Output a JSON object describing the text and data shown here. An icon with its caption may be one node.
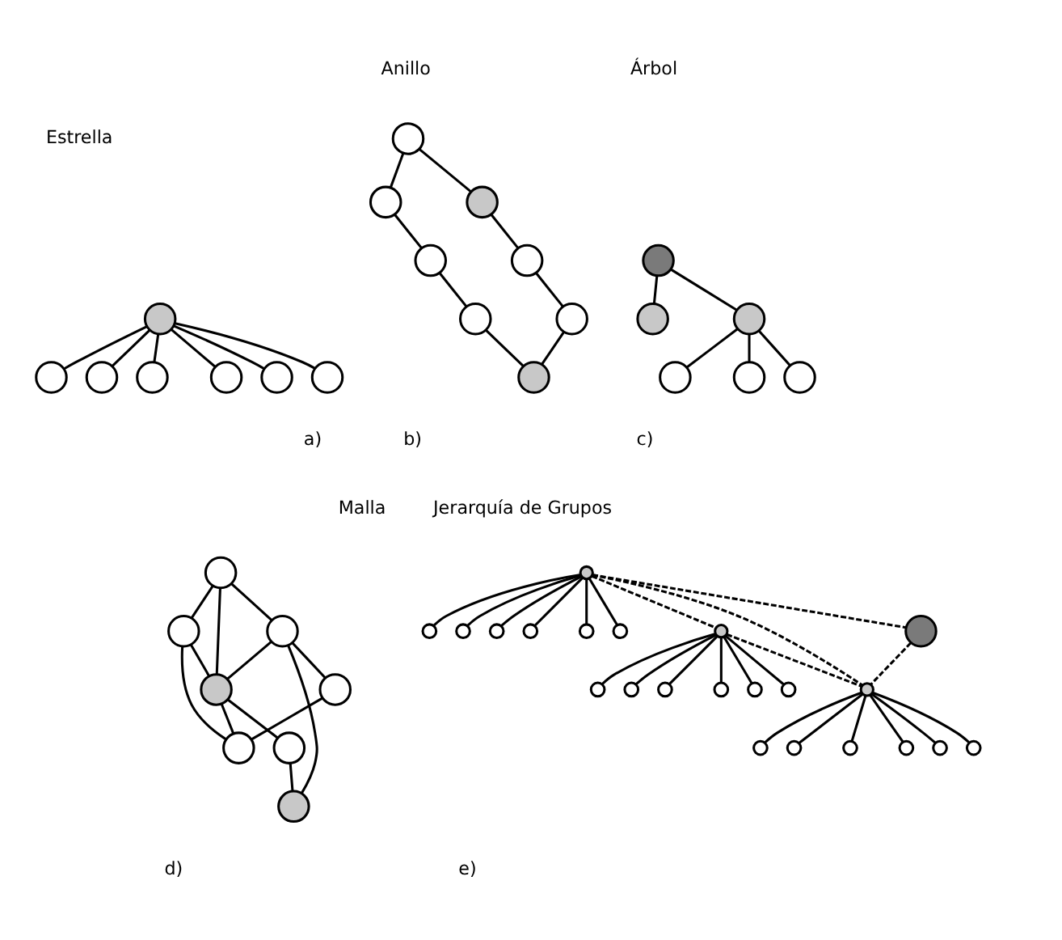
{
  "diagram": {
    "nodes": [
      {
        "text": [],
        "shape": "circle"
      },
      {
        "text": [],
        "shape": "circle"
      },
      {
        "text": [],
        "shape": "circle"
      },
      {
        "text": [],
        "shape": "circle"
      },
      {
        "text": [],
        "shape": "circle"
      },
      {
        "text": [],
        "shape": "circle"
      },
      {
        "text": [],
        "shape": "circle"
      },
      {
        "text": [],
        "shape": "circle"
      },
      {
        "text": [],
        "shape": "circle"
      },
      {
        "text": [],
        "shape": "circle"
      },
      {
        "text": [],
        "shape": "circle"
      },
      {
        "text": [],
        "shape": "circle"
      },
      {
        "text": [],
        "shape": "circle"
      },
      {
        "text": [],
        "shape": "circle"
      },
      {
        "text": [],
        "shape": "circle"
      },
      {
        "text": [],
        "shape": "circle"
      },
      {
        "text": [],
        "shape": "circle"
      },
      {
        "text": [],
        "shape": "circle"
      },
      {
        "text": [],
        "shape": "circle"
      },
      {
        "text": [],
        "shape": "circle"
      },
      {
        "text": [],
        "shape": "circle"
      },
      {
        "text": [],
        "shape": "circle"
      },
      {
        "text": [],
        "shape": "circle"
      },
      {
        "text": [],
        "shape": "circle"
      },
      {
        "text": [],
        "shape": "circle"
      },
      {
        "text": [],
        "shape": "circle"
      },
      {
        "text": [],
        "shape": "circle"
      },
      {
        "text": [],
        "shape": "circle"
      },
      {
        "text": [],
        "shape": "circle"
      },
      {
        "text": [],
        "shape": "circle"
      },
      {
        "text": [],
        "shape": "circle"
      },
      {
        "text": [],
        "shape": "circle"
      },
      {
        "text": [],
        "shape": "circle"
      },
      {
        "text": [],
        "shape": "circle"
      },
      {
        "text": [],
        "shape": "circle"
      },
      {
        "text": [],
        "shape": "circle"
      },
      {
        "text": [],
        "shape": "circle"
      },
      {
        "text": [],
        "shape": "circle"
      },
      {
        "text": [],
        "shape": "circle"
      },
      {
        "text": [],
        "shape": "circle"
      },
      {
        "text": [],
        "shape": "circle"
      },
      {
        "text": [],
        "shape": "circle"
      },
      {
        "text": [],
        "shape": "circle"
      },
      {
        "text": [],
        "shape": "circle"
      },
      {
        "text": [],
        "shape": "circle"
      },
      {
        "text": [],
        "shape": "circle"
      },
      {
        "text": [],
        "shape": "circle"
      },
      {
        "text": [],
        "shape": "circle"
      },
      {
        "text": [],
        "shape": "circle"
      },
      {
        "text": [],
        "shape": "circle"
      },
      {
        "text": [],
        "shape": "circle"
      }
    ],
    "edges": [
      {
        "from": 0,
        "to": 1,
        "arrow": "none"
      },
      {
        "from": 0,
        "to": 2,
        "arrow": "none"
      },
      {
        "from": 0,
        "to": 3,
        "arrow": "none"
      },
      {
        "from": 0,
        "to": 4,
        "arrow": "none"
      },
      {
        "from": 0,
        "to": 5,
        "arrow": "none"
      },
      {
        "from": 0,
        "to": 6,
        "arrow": "none"
      },
      {
        "from": 7,
        "to": 9,
        "arrow": "none"
      },
      {
        "from": 9,
        "to": 11,
        "arrow": "none"
      },
      {
        "from": 11,
        "to": 13,
        "arrow": "none"
      },
      {
        "from": 13,
        "to": 14,
        "arrow": "none"
      },
      {
        "from": 12,
        "to": 14,
        "arrow": "none"
      },
      {
        "from": 10,
        "to": 12,
        "arrow": "none"
      },
      {
        "from": 8,
        "to": 10,
        "arrow": "none"
      },
      {
        "from": 7,
        "to": 8,
        "arrow": "none"
      },
      {
        "from": 15,
        "to": 16,
        "arrow": "none"
      },
      {
        "from": 15,
        "to": 17,
        "arrow": "none"
      },
      {
        "from": 16,
        "to": 18,
        "arrow": "none"
      },
      {
        "from": 16,
        "to": 19,
        "arrow": "none"
      },
      {
        "from": 16,
        "to": 20,
        "arrow": "none"
      },
      {
        "from": 21,
        "to": 23,
        "arrow": "none"
      },
      {
        "from": 23,
        "to": 24,
        "arrow": "none"
      },
      {
        "from": 23,
        "to": 27,
        "arrow": "none"
      },
      {
        "from": 21,
        "to": 24,
        "arrow": "none"
      },
      {
        "from": 21,
        "to": 22,
        "arrow": "none"
      },
      {
        "from": 22,
        "to": 24,
        "arrow": "none"
      },
      {
        "from": 24,
        "to": 27,
        "arrow": "none"
      },
      {
        "from": 24,
        "to": 28,
        "arrow": "none"
      },
      {
        "from": 22,
        "to": 25,
        "arrow": "none"
      },
      {
        "from": 22,
        "to": 26,
        "arrow": "none"
      },
      {
        "from": 25,
        "to": 27,
        "arrow": "none"
      },
      {
        "from": 28,
        "to": 26,
        "arrow": "none"
      },
      {
        "from": 29,
        "to": 30,
        "arrow": "none"
      },
      {
        "from": 29,
        "to": 31,
        "arrow": "none"
      },
      {
        "from": 29,
        "to": 32,
        "arrow": "none"
      },
      {
        "from": 29,
        "to": 33,
        "arrow": "none"
      },
      {
        "from": 29,
        "to": 34,
        "arrow": "none"
      },
      {
        "from": 29,
        "to": 35,
        "arrow": "none"
      },
      {
        "from": 36,
        "to": 37,
        "arrow": "none"
      },
      {
        "from": 36,
        "to": 38,
        "arrow": "none"
      },
      {
        "from": 36,
        "to": 39,
        "arrow": "none"
      },
      {
        "from": 36,
        "to": 40,
        "arrow": "none"
      },
      {
        "from": 36,
        "to": 41,
        "arrow": "none"
      },
      {
        "from": 36,
        "to": 42,
        "arrow": "none"
      },
      {
        "from": 43,
        "to": 44,
        "arrow": "none"
      },
      {
        "from": 43,
        "to": 45,
        "arrow": "none"
      },
      {
        "from": 43,
        "to": 46,
        "arrow": "none"
      },
      {
        "from": 43,
        "to": 47,
        "arrow": "none"
      },
      {
        "from": 43,
        "to": 48,
        "arrow": "none"
      },
      {
        "from": 43,
        "to": 49,
        "arrow": "none"
      },
      {
        "from": 29,
        "to": 36,
        "arrow": "none",
        "style": "dashed"
      },
      {
        "from": 29,
        "to": 43,
        "arrow": "none",
        "style": "dashed"
      },
      {
        "from": 29,
        "to": 50,
        "arrow": "none",
        "style": "dashed"
      },
      {
        "from": 36,
        "to": 43,
        "arrow": "none",
        "style": "dashed"
      },
      {
        "from": 50,
        "to": 43,
        "arrow": "none",
        "style": "dashed"
      }
    ],
    "labels": [
      "Estrella",
      "Anillo",
      "Árbol",
      "a)",
      "b)",
      "c)",
      "Malla",
      "Jerarquía de Grupos",
      "d)",
      "e)"
    ]
  }
}
